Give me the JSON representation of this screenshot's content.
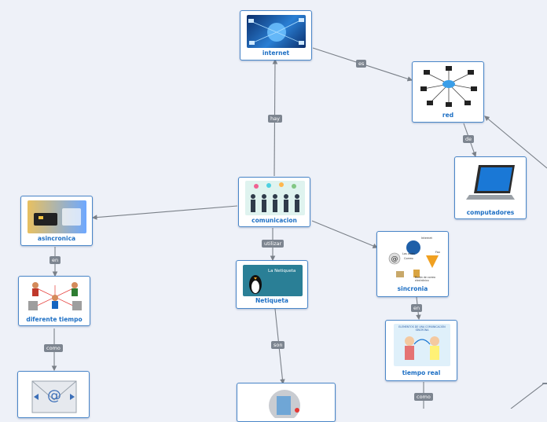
{
  "nodes": {
    "internet": "internet",
    "red": "red",
    "computadores": "computadores",
    "comunicacion": "comunicacion",
    "asincronica": "asincronica",
    "diferente_tiempo": "diferente tiempo",
    "netiqueta": "Netiqueta",
    "sincronia": "sincronia",
    "tiempo_real": "tiempo real"
  },
  "edge_labels": {
    "es": "es",
    "de": "de",
    "hay": "hay",
    "utilizar": "utilizar",
    "en_1": "en",
    "en_2": "en",
    "son": "son",
    "como_1": "como",
    "como_2": "como"
  },
  "image_text": {
    "netiqueta_banner": "La Netiqueta",
    "sincronia_internet": "Internet",
    "sincronia_fax": "Fax",
    "sincronia_webs": "Los webs",
    "sincronia_correo": "Correo",
    "sincronia_buzon": "Buzón de correo electrónico",
    "tiempo_real_caption": "ELEMENTOS DE UNA COMUNICACIÓN SÍNCRONA"
  },
  "colors": {
    "node_border": "#4a86c8",
    "node_label": "#1d6fc4",
    "edge_line": "#7a8088",
    "edge_label_bg": "#7d8590",
    "background": "#eef1f8"
  }
}
